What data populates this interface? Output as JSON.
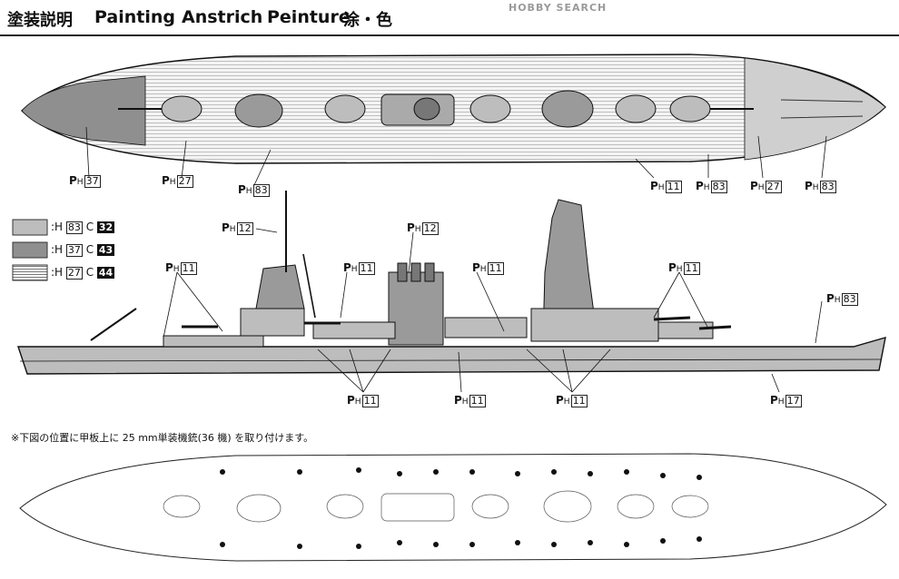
{
  "header": {
    "title_jp": "塗装説明",
    "title_en": "Painting",
    "title_de": "Anstrich",
    "title_fr": "Peinture",
    "title_cn": "涂・色"
  },
  "watermark": "HOBBY SEARCH",
  "note": "※下図の位置に甲板上に 25 mm単装機銃(36 機) を取り付けます。",
  "legend": [
    {
      "h_code": "83",
      "c_code": "32",
      "fill": "#bdbdbd"
    },
    {
      "h_code": "37",
      "c_code": "43",
      "fill": "#8f8f8f"
    },
    {
      "h_code": "27",
      "c_code": "44",
      "fill": "striped"
    }
  ],
  "callouts_top": [
    "37",
    "27",
    "83",
    "11",
    "83",
    "27",
    "83"
  ],
  "callouts_side_upper": [
    "12",
    "12",
    "11",
    "11",
    "11",
    "11",
    "83"
  ],
  "callouts_side_lower": [
    "11",
    "11",
    "11",
    "17"
  ],
  "colors": {
    "ink": "#111111",
    "hull_gray": "#bdbdbd",
    "dark_gray": "#8f8f8f"
  }
}
